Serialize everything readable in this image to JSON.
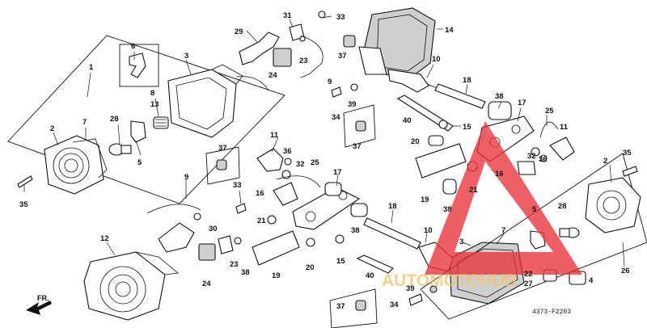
{
  "diagram": {
    "code": "4373-F2203",
    "direction_label": "FR.",
    "callouts": [
      {
        "id": "c1",
        "text": "1"
      },
      {
        "id": "c2a",
        "text": "2"
      },
      {
        "id": "c2b",
        "text": "2"
      },
      {
        "id": "c3a",
        "text": "3"
      },
      {
        "id": "c3b",
        "text": "3"
      },
      {
        "id": "c4",
        "text": "4"
      },
      {
        "id": "c5a",
        "text": "5"
      },
      {
        "id": "c5b",
        "text": "5"
      },
      {
        "id": "c6",
        "text": "6"
      },
      {
        "id": "c7a",
        "text": "7"
      },
      {
        "id": "c7b",
        "text": "7"
      },
      {
        "id": "c8",
        "text": "8"
      },
      {
        "id": "c9a",
        "text": "9"
      },
      {
        "id": "c9b",
        "text": "9"
      },
      {
        "id": "c10a",
        "text": "10"
      },
      {
        "id": "c10b",
        "text": "10"
      },
      {
        "id": "c11a",
        "text": "11"
      },
      {
        "id": "c11b",
        "text": "11"
      },
      {
        "id": "c12",
        "text": "12"
      },
      {
        "id": "c13",
        "text": "13"
      },
      {
        "id": "c14",
        "text": "14"
      },
      {
        "id": "c15a",
        "text": "15"
      },
      {
        "id": "c15b",
        "text": "15"
      },
      {
        "id": "c16a",
        "text": "16"
      },
      {
        "id": "c16b",
        "text": "16"
      },
      {
        "id": "c17a",
        "text": "17"
      },
      {
        "id": "c17b",
        "text": "17"
      },
      {
        "id": "c18a",
        "text": "18"
      },
      {
        "id": "c18b",
        "text": "18"
      },
      {
        "id": "c19a",
        "text": "19"
      },
      {
        "id": "c19b",
        "text": "19"
      },
      {
        "id": "c20a",
        "text": "20"
      },
      {
        "id": "c20b",
        "text": "20"
      },
      {
        "id": "c21a",
        "text": "21"
      },
      {
        "id": "c21b",
        "text": "21"
      },
      {
        "id": "c22",
        "text": "22"
      },
      {
        "id": "c23a",
        "text": "23"
      },
      {
        "id": "c23b",
        "text": "23"
      },
      {
        "id": "c24a",
        "text": "24"
      },
      {
        "id": "c24b",
        "text": "24"
      },
      {
        "id": "c25a",
        "text": "25"
      },
      {
        "id": "c25b",
        "text": "25"
      },
      {
        "id": "c26",
        "text": "26"
      },
      {
        "id": "c27",
        "text": "27"
      },
      {
        "id": "c28a",
        "text": "28"
      },
      {
        "id": "c28b",
        "text": "28"
      },
      {
        "id": "c29",
        "text": "29"
      },
      {
        "id": "c30",
        "text": "30"
      },
      {
        "id": "c31",
        "text": "31"
      },
      {
        "id": "c32a",
        "text": "32"
      },
      {
        "id": "c32b",
        "text": "32"
      },
      {
        "id": "c33a",
        "text": "33"
      },
      {
        "id": "c33b",
        "text": "33"
      },
      {
        "id": "c34a",
        "text": "34"
      },
      {
        "id": "c34b",
        "text": "34"
      },
      {
        "id": "c35a",
        "text": "35"
      },
      {
        "id": "c35b",
        "text": "35"
      },
      {
        "id": "c36a",
        "text": "36"
      },
      {
        "id": "c36b",
        "text": "36"
      },
      {
        "id": "c37a",
        "text": "37"
      },
      {
        "id": "c37b",
        "text": "37"
      },
      {
        "id": "c37c",
        "text": "37"
      },
      {
        "id": "c37d",
        "text": "37"
      },
      {
        "id": "c38a",
        "text": "38"
      },
      {
        "id": "c38b",
        "text": "38"
      },
      {
        "id": "c38c",
        "text": "38"
      },
      {
        "id": "c38d",
        "text": "38"
      },
      {
        "id": "c39a",
        "text": "39"
      },
      {
        "id": "c39b",
        "text": "39"
      },
      {
        "id": "c40a",
        "text": "40"
      },
      {
        "id": "c40b",
        "text": "40"
      }
    ]
  },
  "watermark": {
    "brand": "AUTOMOTOHUB",
    "text_color": "#f0c46e",
    "triangle_color": "#e8333a"
  }
}
